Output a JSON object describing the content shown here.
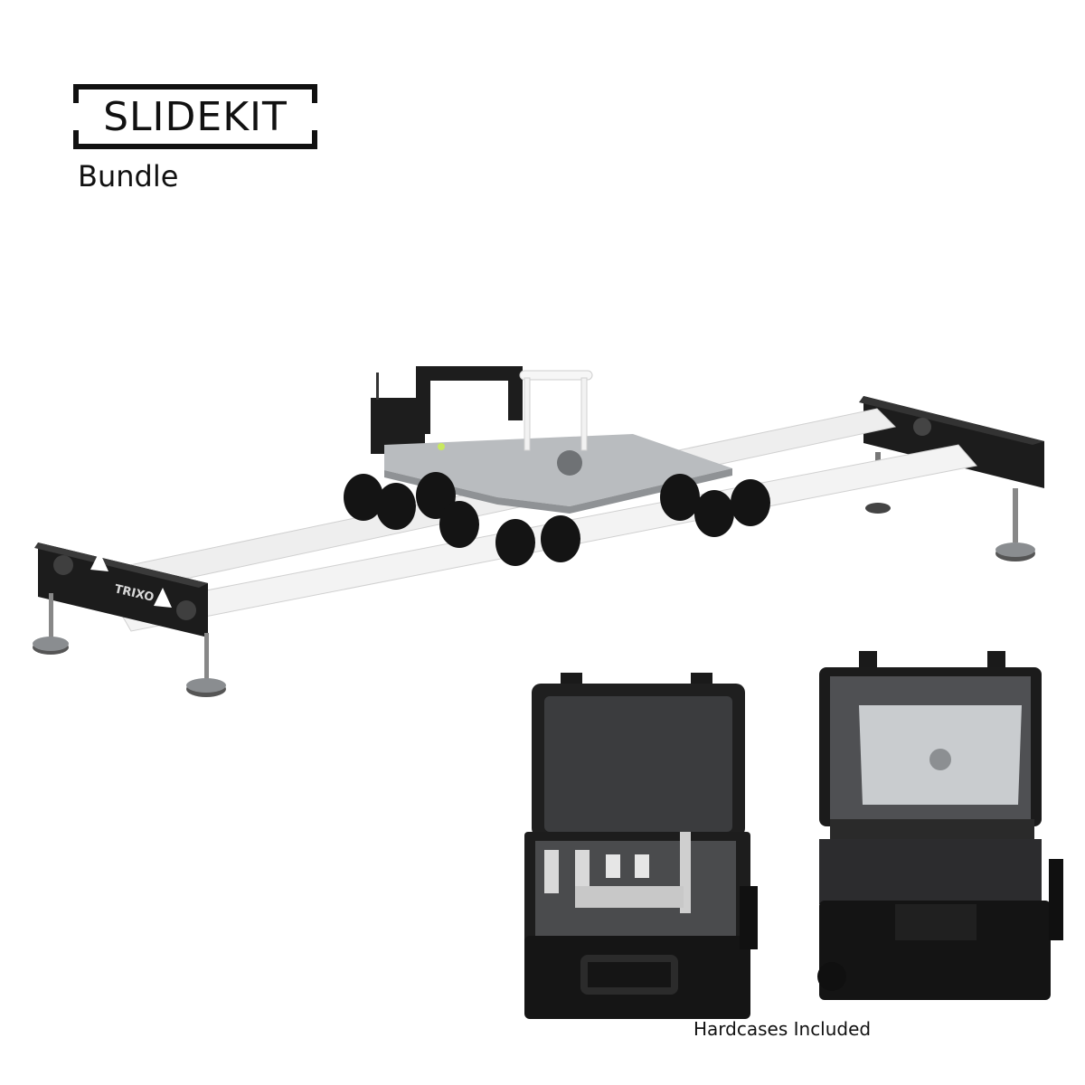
{
  "logo": {
    "title": "SLIDEKIT",
    "subtitle": "Bundle"
  },
  "product": {
    "brand_mark": "TRIXO",
    "caption": "Hardcases Included"
  },
  "icons": [
    "slider-rig-image",
    "hardcase-open-image",
    "hardcase-packed-image"
  ],
  "colors": {
    "frame": "#1b1b1b",
    "rail": "#eeeeee",
    "plate": "#b9bcbf",
    "case": "#161616"
  }
}
